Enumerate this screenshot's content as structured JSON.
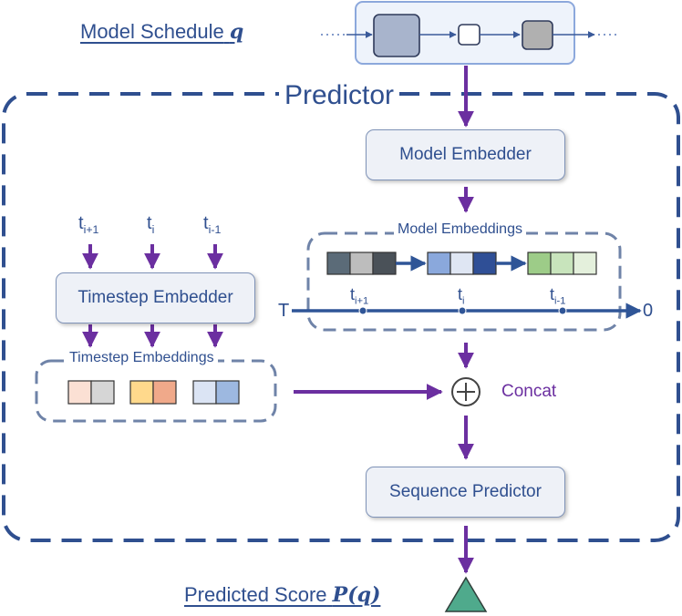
{
  "schedule": {
    "label": "Model Schedule",
    "symbol": "q",
    "dots": "...",
    "colors": [
      "#a8b4cc",
      "#ffffff",
      "#b0b0b0"
    ]
  },
  "predictor": {
    "title": "Predictor"
  },
  "model_embedder": {
    "label": "Model Embedder"
  },
  "model_embeddings": {
    "label": "Model Embeddings",
    "blocks": [
      [
        "#5b6b78",
        "#bdbdbd",
        "#4a5158"
      ],
      [
        "#8aa8dc",
        "#dfe6f3",
        "#2f4f96"
      ],
      [
        "#9dcc88",
        "#c8e4bc",
        "#e4f0dc"
      ]
    ],
    "axis": {
      "start": "T",
      "end": "0",
      "ticks": [
        {
          "base": "t",
          "sub": "i+1"
        },
        {
          "base": "t",
          "sub": "i"
        },
        {
          "base": "t",
          "sub": "i-1"
        }
      ]
    }
  },
  "timestep": {
    "inputs": [
      {
        "base": "t",
        "sub": "i+1"
      },
      {
        "base": "t",
        "sub": "i"
      },
      {
        "base": "t",
        "sub": "i-1"
      }
    ],
    "embedder_label": "Timestep Embedder",
    "embeddings_label": "Timestep Embeddings",
    "blocks": [
      [
        "#fbe0d4",
        "#d6d6d6"
      ],
      [
        "#ffd98c",
        "#f0a98a"
      ],
      [
        "#dbe4f4",
        "#9db8e0"
      ]
    ]
  },
  "concat": {
    "label": "Concat",
    "symbol": "+"
  },
  "sequence_predictor": {
    "label": "Sequence Predictor"
  },
  "output": {
    "label": "Predicted Score",
    "symbol": "P(q)"
  },
  "colors": {
    "arrow_purple": "#6b2fa0",
    "axis_blue": "#2f5597",
    "dash_blue": "#2f4f8f",
    "triangle": "#4faa8c"
  }
}
